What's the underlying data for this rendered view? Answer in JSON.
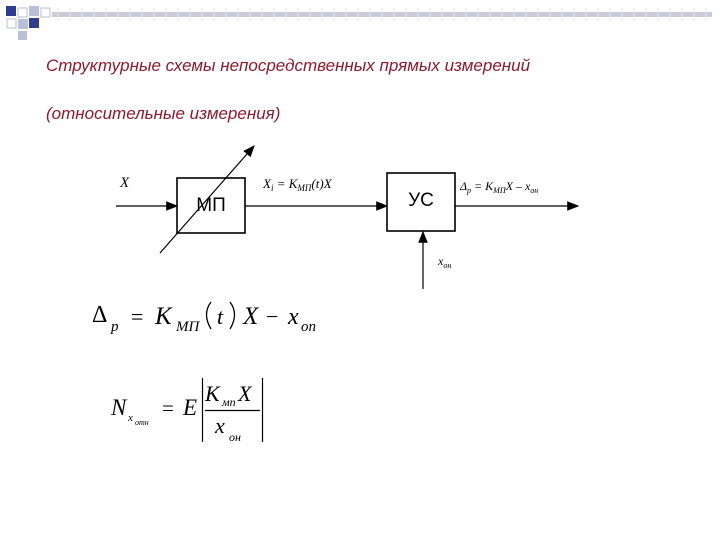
{
  "decor": {
    "accent": "#2f3d8f",
    "light": "#b9bed9",
    "title_color": "#8b1a2c"
  },
  "title": {
    "line1": "Структурные схемы непосредственных прямых измерений",
    "line2": "(относительные измерения)"
  },
  "diagram": {
    "input_label": "X",
    "block1": "МП",
    "block2": "УС",
    "mid_label": "X",
    "mid_sub": "i",
    "mid_rest": " = K",
    "mid_k_sub": "МП",
    "mid_rest2": "(t)X",
    "out_delta": "Δ",
    "out_sub": "p",
    "out_rest": " = K",
    "out_k_sub": "МП",
    "out_rest2": "X – x",
    "out_x_sub": "он",
    "ref_x": "x",
    "ref_sub": "он"
  },
  "formula1": {
    "delta": "Δ",
    "delta_sub": "p",
    "eq": "=",
    "K": "K",
    "K_sub": "МП",
    "t": "t",
    "X": "X",
    "minus": "−",
    "x": "x",
    "x_sub": "on"
  },
  "formula2": {
    "N": "N",
    "N_sub": "x",
    "N_subsub": "отн",
    "eq": "=",
    "E": "E",
    "K": "K",
    "K_sub": "мп",
    "X": "X",
    "x": "x",
    "x_sub": "он"
  }
}
